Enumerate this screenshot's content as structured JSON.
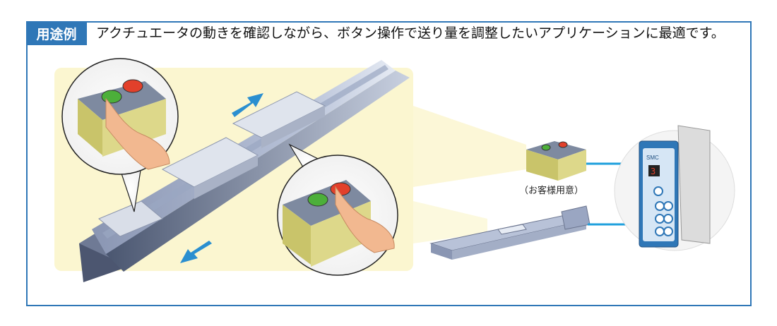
{
  "usage": {
    "tag": "用途例",
    "headline": "アクチュエータの動きを確認しながら、ボタン操作で送り量を調整したいアプリケーションに最適です。"
  },
  "illustration": {
    "switch_box_caption": "（お客様用意）",
    "controller_brand": "SMC",
    "colors": {
      "frame_blue": "#2f77b7",
      "background_yellow": "#fbf6d0",
      "arrow_blue": "#2a8fd0",
      "button_green": "#4caf3a",
      "button_red": "#e2402b",
      "box_olive": "#c9c46a",
      "cable_blue": "#1e9fdc"
    }
  }
}
